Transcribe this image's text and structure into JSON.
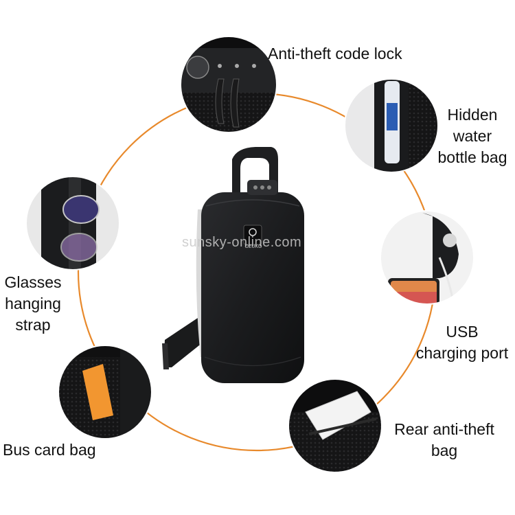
{
  "watermark": "sunsky-online.com",
  "brand_logo_text": "OZUKO",
  "features": {
    "code_lock": {
      "lines": [
        "Anti-theft code lock"
      ]
    },
    "water_bottle": {
      "lines": [
        "Hidden",
        "water",
        "bottle bag"
      ]
    },
    "glasses_strap": {
      "lines": [
        "Glasses",
        "hanging",
        "strap"
      ]
    },
    "usb_port": {
      "lines": [
        "USB",
        "charging port"
      ]
    },
    "bus_card": {
      "lines": [
        "Bus card bag"
      ]
    },
    "rear_pocket": {
      "lines": [
        "Rear anti-theft",
        "bag"
      ]
    }
  },
  "colors": {
    "ring": "#e8892b",
    "bag": "#1b1c1e",
    "detail_bg": "#121213"
  }
}
